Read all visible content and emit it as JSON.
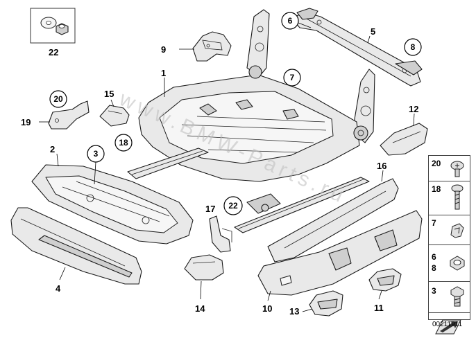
{
  "diagram": {
    "callouts": {
      "c1": "1",
      "c2": "2",
      "c3": "3",
      "c4": "4",
      "c5": "5",
      "c6": "6",
      "c7": "7",
      "c8": "8",
      "c9": "9",
      "c10": "10",
      "c11": "11",
      "c12": "12",
      "c13": "13",
      "c14": "14",
      "c15": "15",
      "c16": "16",
      "c17": "17",
      "c18": "18",
      "c19": "19",
      "c20": "20",
      "c22a": "22",
      "c22b": "22"
    },
    "watermark": "www.BMW-Parts.ru"
  },
  "sidebar": {
    "items": [
      {
        "label": "20",
        "icon": "torx-button-screw-icon"
      },
      {
        "label": "18",
        "icon": "long-bolt-icon"
      },
      {
        "label": "7",
        "icon": "clip-icon"
      },
      {
        "label": "6",
        "label2": "8",
        "icon": "hex-nut-icon"
      },
      {
        "label": "3",
        "icon": "hex-bolt-icon"
      }
    ],
    "arrow_icon": "direction-arrow-icon"
  },
  "doc_number": "00211911"
}
